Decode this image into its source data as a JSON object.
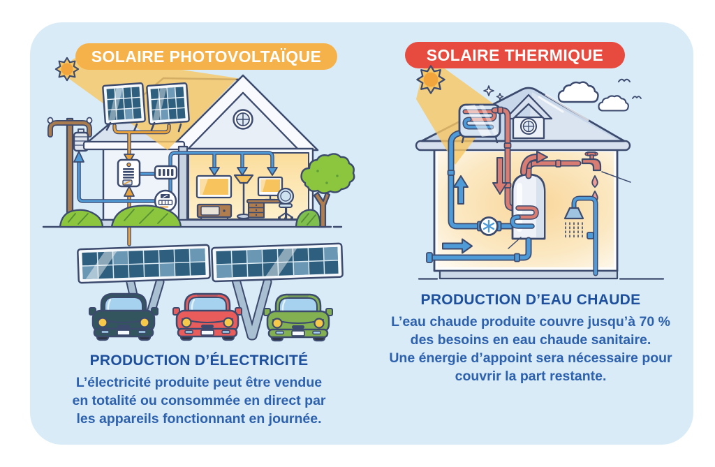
{
  "left": {
    "banner_label": "SOLAIRE PHOTOVOLTAÏQUE",
    "heading": "PRODUCTION D’ÉLECTRICITÉ",
    "body_lines": [
      "L’électricité produite peut être vendue",
      "en totalité ou consommée en direct par",
      "les appareils fonctionnant en journée."
    ]
  },
  "right": {
    "banner_label": "SOLAIRE THERMIQUE",
    "heading": "PRODUCTION D’EAU CHAUDE",
    "body_lines": [
      "L’eau chaude produite couvre jusqu’à 70 %",
      "des besoins en eau chaude sanitaire.",
      "Une énergie d’appoint sera nécessaire pour",
      "couvrir la part restante."
    ]
  },
  "colors": {
    "page_bg": "#FFFFFF",
    "card_bg": "#D8EBF7",
    "banner_photovoltaic": "#F5B14A",
    "banner_thermal": "#E74A3E",
    "banner_text": "#FFFFFF",
    "heading_text": "#1D4F9C",
    "body_text": "#2D61AE",
    "outline": "#3C4A6E",
    "sun_fill": "#F1A53C",
    "sunbeam": "#F9C761",
    "pipe_cold": "#4E9BD8",
    "pipe_hot": "#D97C72",
    "wire": "#E8A33C",
    "solar_cell": "#2F5F7F",
    "warm_glow": "#F9D69A",
    "grass": "#8CC63F",
    "car_dark": "#33555E",
    "car_red": "#E85C5C",
    "car_green": "#83B152"
  }
}
